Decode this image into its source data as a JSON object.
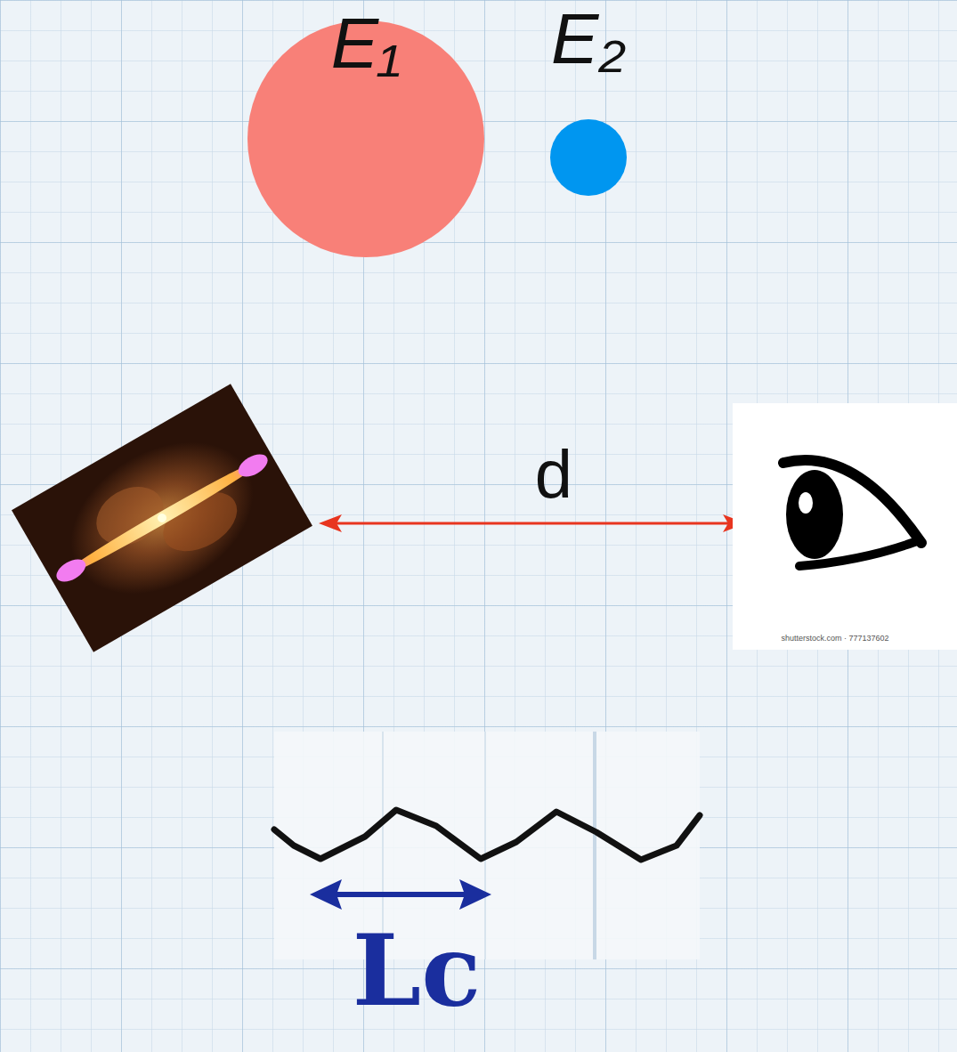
{
  "diagram": {
    "nodes": [
      {
        "text": [
          "E₁"
        ]
      },
      {
        "text": [
          "E₂"
        ]
      }
    ],
    "labels": [
      "d",
      "shutterstock.com · 777137602",
      "Lc"
    ]
  }
}
